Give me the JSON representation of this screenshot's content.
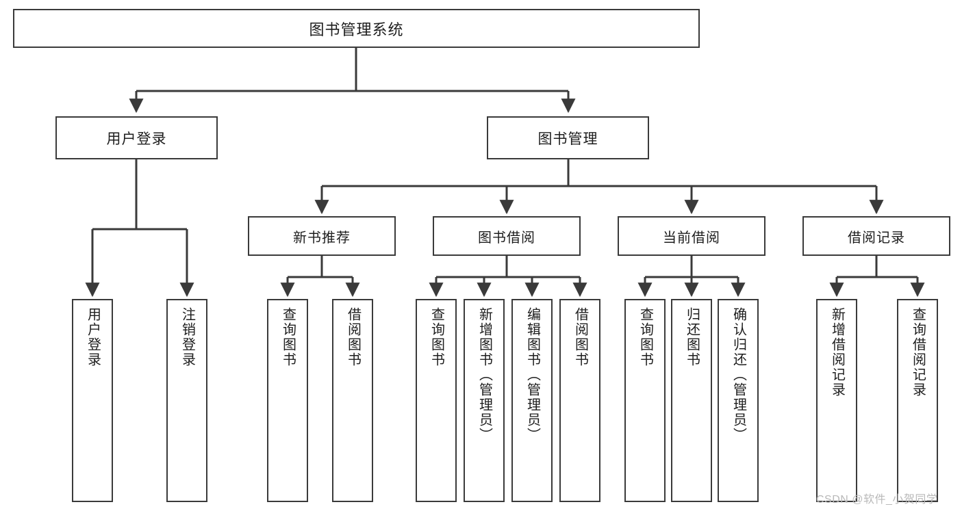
{
  "diagram": {
    "title": "图书管理系统",
    "type": "tree",
    "orientation": "top-down",
    "colors": {
      "stroke": "#3a3a3a",
      "fill": "#ffffff",
      "text": "#1d1d1d",
      "watermark": "#b9b9b9"
    },
    "root": {
      "label": "图书管理系统"
    },
    "level2": [
      {
        "label": "用户登录"
      },
      {
        "label": "图书管理"
      }
    ],
    "level3": [
      {
        "label": "新书推荐"
      },
      {
        "label": "图书借阅"
      },
      {
        "label": "当前借阅"
      },
      {
        "label": "借阅记录"
      }
    ],
    "leaves": {
      "user_login": [
        {
          "label": "用户登录"
        },
        {
          "label": "注销登录"
        }
      ],
      "new_book_recommend": [
        {
          "label": "查询图书"
        },
        {
          "label": "借阅图书"
        }
      ],
      "book_borrow": [
        {
          "label": "查询图书"
        },
        {
          "label": "新增图书（管理员）"
        },
        {
          "label": "编辑图书（管理员）"
        },
        {
          "label": "借阅图书"
        }
      ],
      "current_borrow": [
        {
          "label": "查询图书"
        },
        {
          "label": "归还图书"
        },
        {
          "label": "确认归还（管理员）"
        }
      ],
      "borrow_record": [
        {
          "label": "新增借阅记录"
        },
        {
          "label": "查询借阅记录"
        }
      ]
    }
  },
  "watermark": {
    "text": "CSDN @软件_小贺同学"
  }
}
